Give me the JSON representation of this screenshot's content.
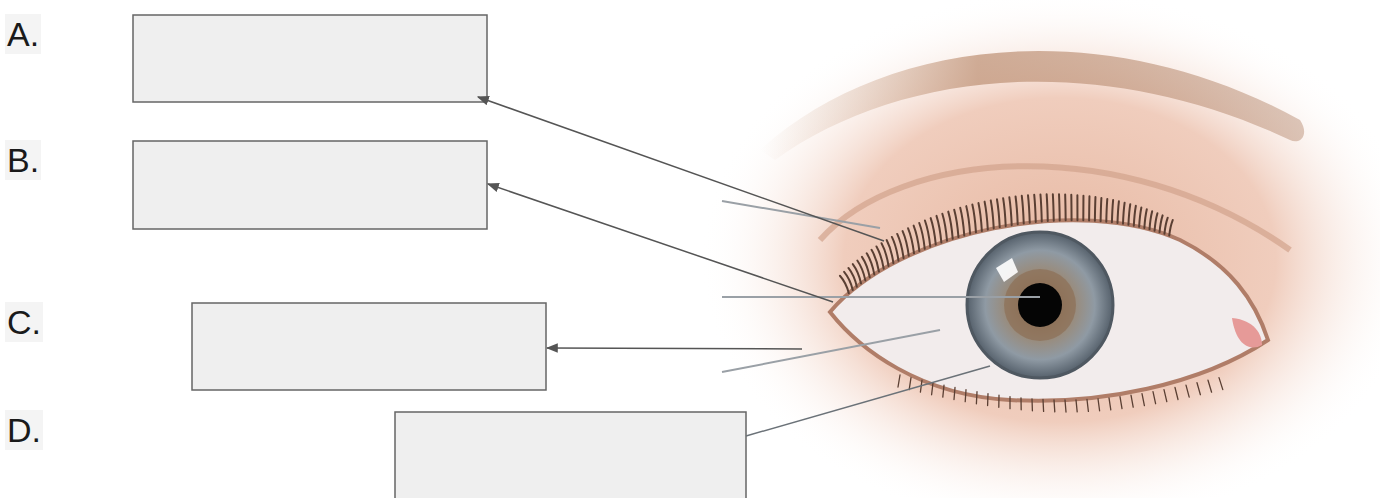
{
  "diagram": {
    "labels": [
      "A.",
      "B.",
      "C.",
      "D."
    ]
  }
}
